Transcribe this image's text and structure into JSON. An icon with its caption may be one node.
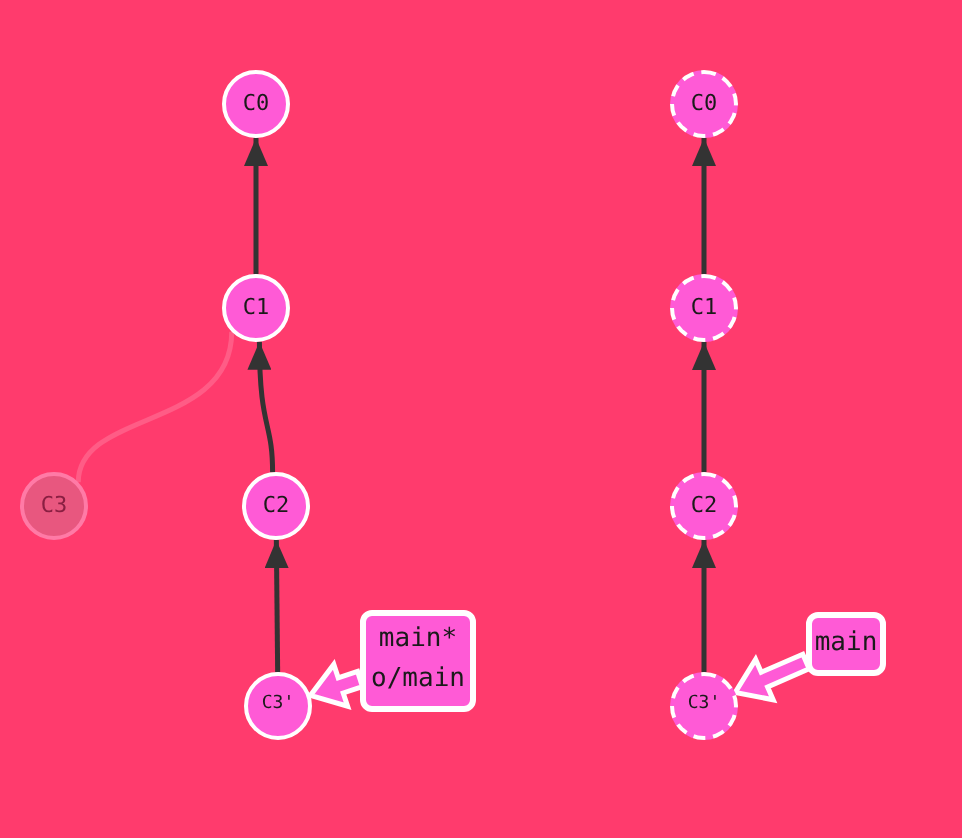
{
  "diagram": {
    "nodes": [
      {
        "text": [
          "C0"
        ]
      },
      {
        "text": [
          "C1"
        ]
      },
      {
        "text": [
          "C2"
        ]
      },
      {
        "text": [
          "C3"
        ]
      },
      {
        "text": [
          "C3'"
        ]
      },
      {
        "text": [
          "main*",
          "o/main"
        ]
      },
      {
        "text": [
          "C0"
        ]
      },
      {
        "text": [
          "C1"
        ]
      },
      {
        "text": [
          "C2"
        ]
      },
      {
        "text": [
          "C3'"
        ]
      },
      {
        "text": [
          "main"
        ]
      }
    ],
    "edges": [
      {
        "from": 1,
        "to": 0,
        "arrow": "to"
      },
      {
        "from": 2,
        "to": 1,
        "arrow": "to"
      },
      {
        "from": 3,
        "to": 1,
        "arrow": "none",
        "color": "#ff5c86"
      },
      {
        "from": 4,
        "to": 2,
        "arrow": "to"
      },
      {
        "from": 5,
        "to": 4,
        "arrow": "to",
        "style": "thick"
      },
      {
        "from": 7,
        "to": 6,
        "arrow": "to"
      },
      {
        "from": 8,
        "to": 7,
        "arrow": "to"
      },
      {
        "from": 9,
        "to": 8,
        "arrow": "to"
      },
      {
        "from": 10,
        "to": 9,
        "arrow": "to",
        "style": "thick"
      }
    ]
  }
}
